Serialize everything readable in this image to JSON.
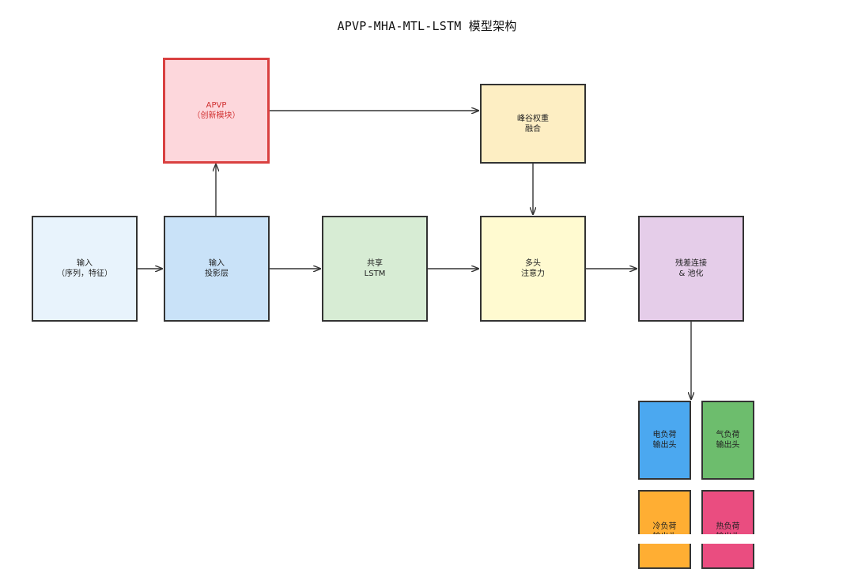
{
  "diagram": {
    "title": "APVP-MHA-MTL-LSTM 模型架构",
    "colors": {
      "line": "#333333",
      "accent_border": "#d94040",
      "accent_text": "#d03030"
    },
    "nodes": {
      "input": {
        "label": "输入\n（序列，特征）",
        "fill": "#e8f3fc"
      },
      "projection": {
        "label": "输入\n投影层",
        "fill": "#c9e2f8"
      },
      "apvp": {
        "label": "APVP\n（创新模块）",
        "fill": "#fdd7dc"
      },
      "fusion": {
        "label": "峰谷权重\n融合",
        "fill": "#fdeec3"
      },
      "lstm": {
        "label": "共享\nLSTM",
        "fill": "#d7ecd4"
      },
      "attention": {
        "label": "多头\n注意力",
        "fill": "#fffad0"
      },
      "residual": {
        "label": "残差连接\n& 池化",
        "fill": "#e5cde9"
      },
      "head_power": {
        "label": "电负荷\n输出头",
        "fill": "#4ba8f0"
      },
      "head_gas": {
        "label": "气负荷\n输出头",
        "fill": "#6dbd6d"
      },
      "head_cold": {
        "label": "冷负荷\n输出头",
        "fill": "#ffae33"
      },
      "head_heat": {
        "label": "热负荷\n输出头",
        "fill": "#ea4d80"
      }
    }
  }
}
